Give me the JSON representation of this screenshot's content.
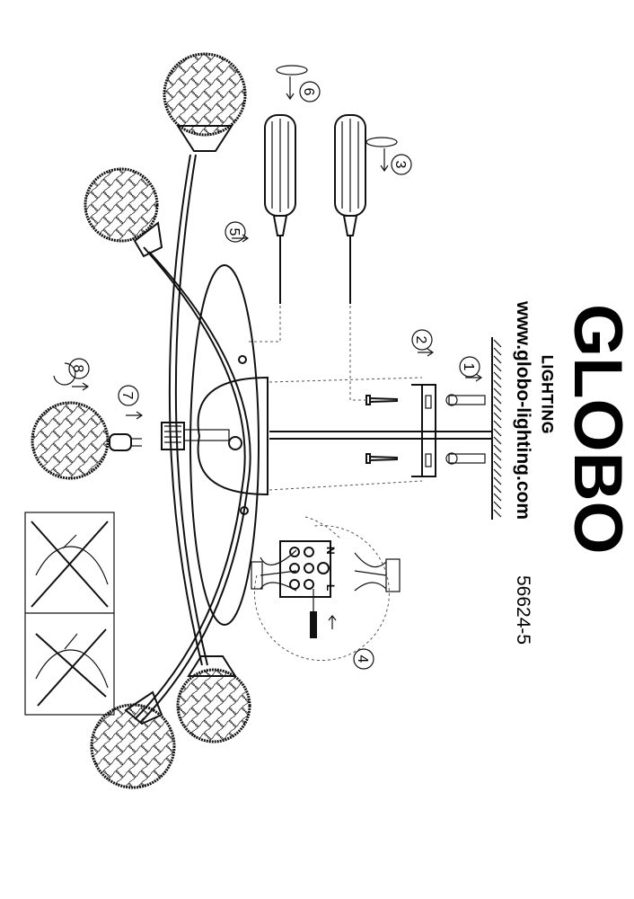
{
  "brand": {
    "name": "GLOBO",
    "subname": "LIGHTING",
    "website": "www.globo-lighting.com"
  },
  "product_code": "56624-5",
  "steps": [
    "1",
    "2",
    "3",
    "4",
    "5",
    "6",
    "7",
    "8"
  ],
  "terminal_labels": {
    "neutral": "N",
    "live": "L"
  },
  "icons": [
    "screwdriver-icon",
    "rotate-arrow-icon",
    "earth-symbol-icon",
    "hand-icon",
    "bulb-icon"
  ]
}
